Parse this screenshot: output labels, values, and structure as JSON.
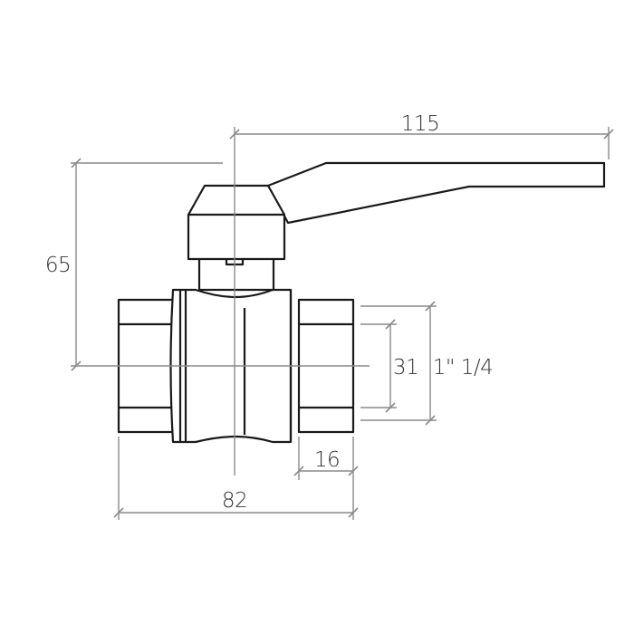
{
  "dimensions": {
    "handle_length": "115",
    "height": "65",
    "bore": "31",
    "thread_size": "1\" 1/4",
    "thread_depth": "16",
    "body_length": "82"
  }
}
